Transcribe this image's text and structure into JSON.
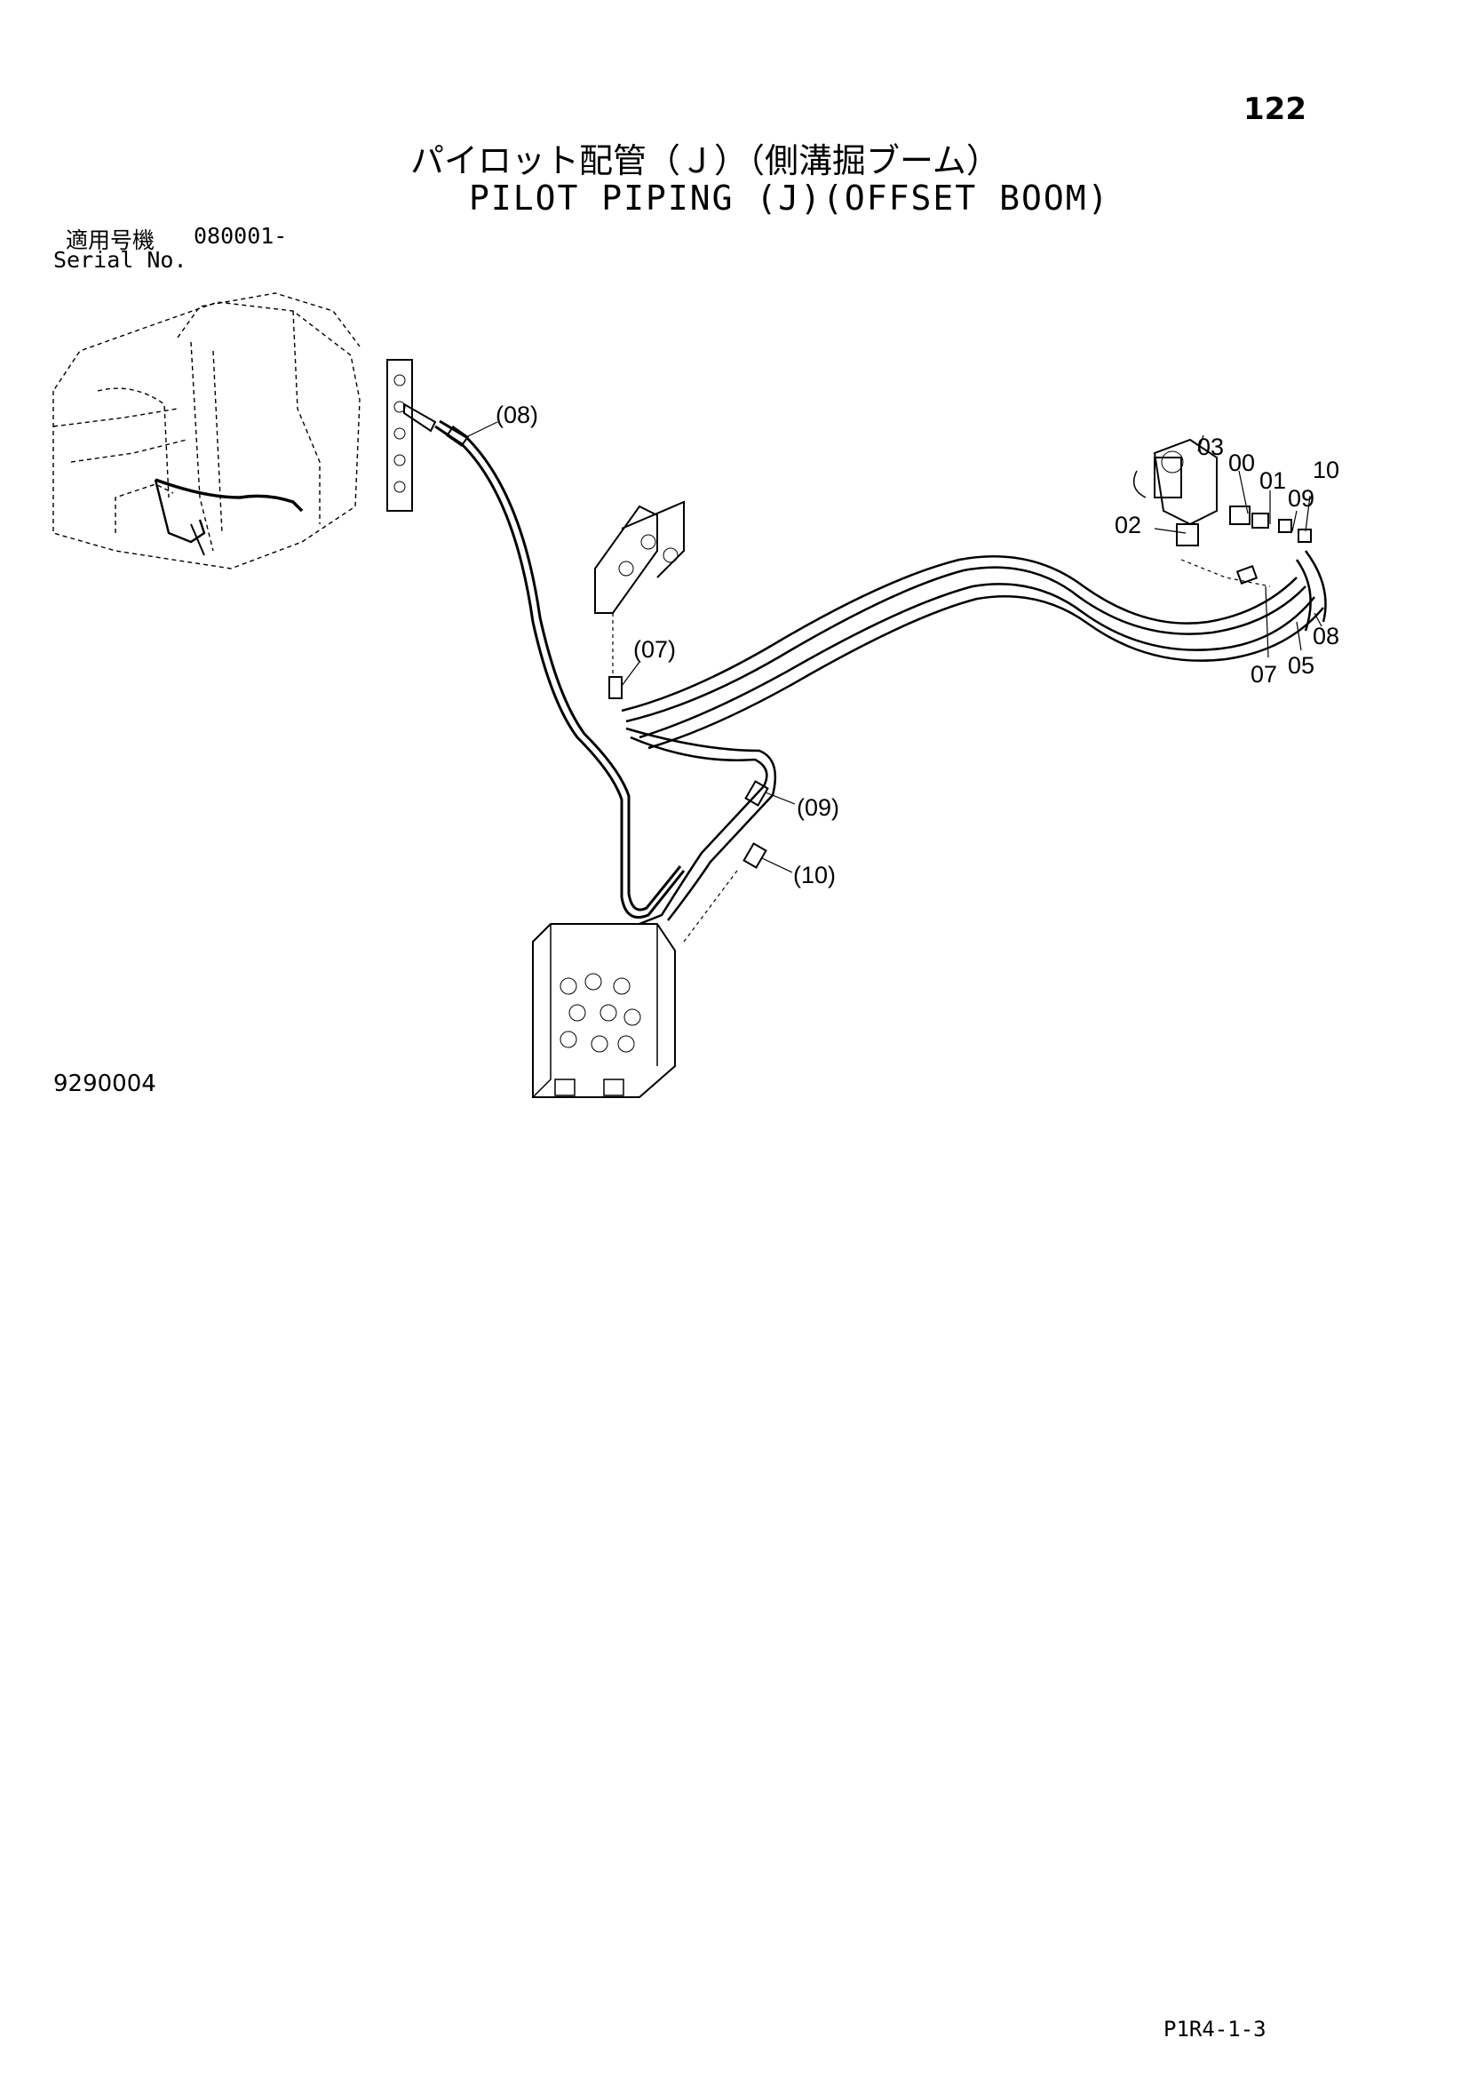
{
  "page_number": "122",
  "title_jp": "パイロット配管（Ｊ）（側溝掘ブーム）",
  "title_en": "PILOT PIPING (J)(OFFSET BOOM)",
  "serial": {
    "label_jp": "適用号機",
    "value": "080001-",
    "label_en": "Serial No."
  },
  "callouts": {
    "c08_main": "(08)",
    "c07_main": "(07)",
    "c09_main": "(09)",
    "c10_main": "(10)",
    "c03": "03",
    "c00": "00",
    "c01": "01",
    "c10": "10",
    "c09": "09",
    "c02": "02",
    "c08": "08",
    "c07": "07",
    "c05": "05"
  },
  "figure_number": "9290004",
  "page_code": "P1R4-1-3"
}
